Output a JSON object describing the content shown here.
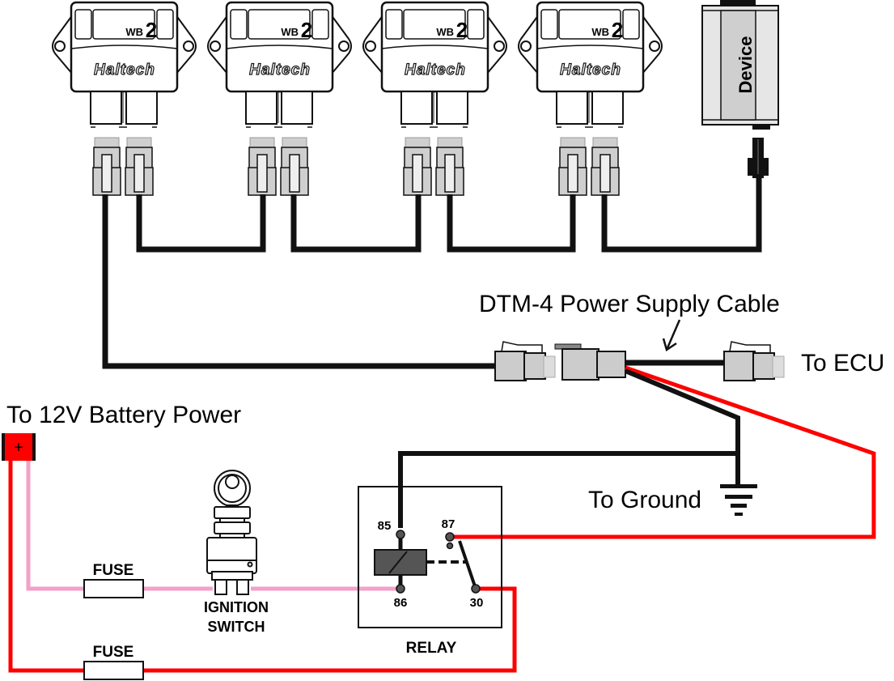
{
  "diagram": {
    "title": "Haltech WB2 CAN wideband daisy-chain wiring",
    "modules": [
      {
        "model_small": "WB",
        "model_big": "2",
        "brand": "Haltech"
      },
      {
        "model_small": "WB",
        "model_big": "2",
        "brand": "Haltech"
      },
      {
        "model_small": "WB",
        "model_big": "2",
        "brand": "Haltech"
      },
      {
        "model_small": "WB",
        "model_big": "2",
        "brand": "Haltech"
      }
    ],
    "device": {
      "label": "Device"
    },
    "cable_label": "DTM-4 Power Supply Cable",
    "ecu_label": "To ECU",
    "battery_label": "To 12V Battery Power",
    "battery_symbol": "+",
    "ground_label": "To Ground",
    "fuse_labels": [
      "FUSE",
      "FUSE"
    ],
    "ignition_label_line1": "IGNITION",
    "ignition_label_line2": "SWITCH",
    "relay": {
      "label": "RELAY",
      "pins": {
        "p85": "85",
        "p86": "86",
        "p87": "87",
        "p30": "30"
      }
    },
    "colors": {
      "power_wire": "#ff0000",
      "switched_wire": "#f5a0c8",
      "ground_wire": "#111111",
      "connector": "#cccccc"
    }
  }
}
